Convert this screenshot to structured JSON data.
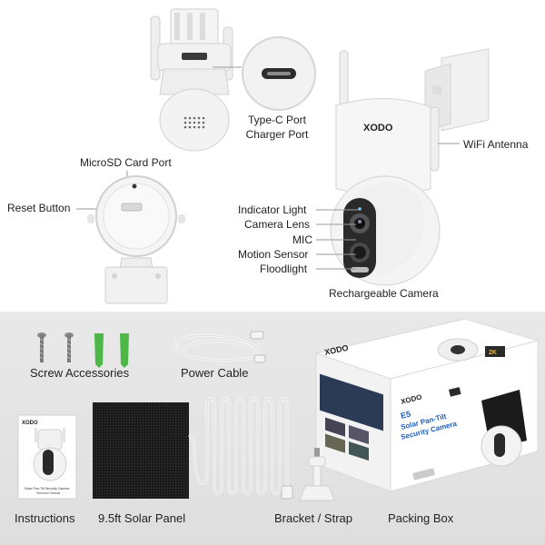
{
  "labels": {
    "typec_line1": "Type-C Port",
    "typec_line2": "Charger Port",
    "microsd": "MicroSD Card Port",
    "reset": "Reset Button",
    "wifi": "WiFi Antenna",
    "indicator": "Indicator Light",
    "lens": "Camera Lens",
    "mic": "MIC",
    "motion": "Motion Sensor",
    "floodlight": "Floodlight",
    "rechargeable": "Rechargeable Camera"
  },
  "captions": {
    "screws": "Screw Accessories",
    "cable": "Power Cable",
    "instructions": "Instructions",
    "solar": "9.5ft Solar Panel",
    "bracket": "Bracket / Strap",
    "box": "Packing Box"
  },
  "brand": "XODO",
  "box_text": {
    "model": "E5",
    "title_line1": "Solar Pan-Tilt",
    "title_line2": "Security Camera",
    "badge": "2K"
  },
  "manual_text": {
    "line1": "Solar Pan-Tilt Security Camera",
    "line2": "Welcome Manual"
  },
  "colors": {
    "accent_blue": "#1f5fbf",
    "panel_black": "#1b1b1b",
    "bg_grey": "#e5e5e5",
    "plug_green": "#4db848"
  }
}
